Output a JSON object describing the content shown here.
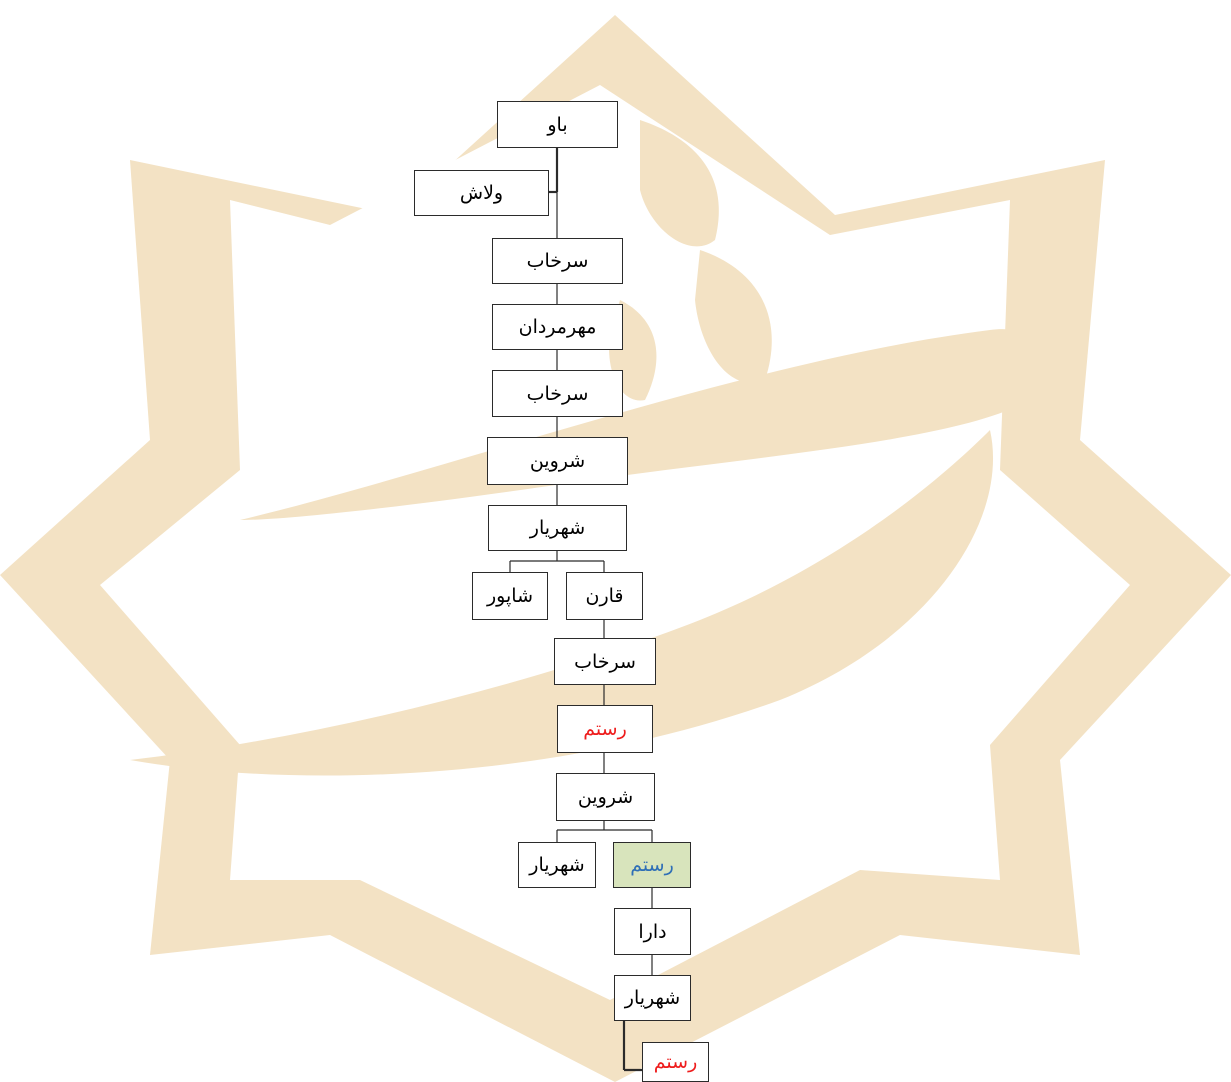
{
  "colors": {
    "watermark": "#f3e2c4",
    "node_border": "#2b2b2b",
    "text_default": "#000000",
    "text_red": "#ee1c1c",
    "text_blue": "#2f6fb6",
    "highlight_fill": "#d8e4bc"
  },
  "nodes": {
    "n1": "باو",
    "n2": "ولاش",
    "n3": "سرخاب",
    "n4": "مهرمردان",
    "n5": "سرخاب",
    "n6": "شروین",
    "n7": "شهریار",
    "n8": "قارن",
    "n9": "شاپور",
    "n10": "سرخاب",
    "n11": "رستم",
    "n12": "شروین",
    "n13": "رستم",
    "n14": "شهریار",
    "n15": "دارا",
    "n16": "شهریار",
    "n17": "رستم"
  }
}
